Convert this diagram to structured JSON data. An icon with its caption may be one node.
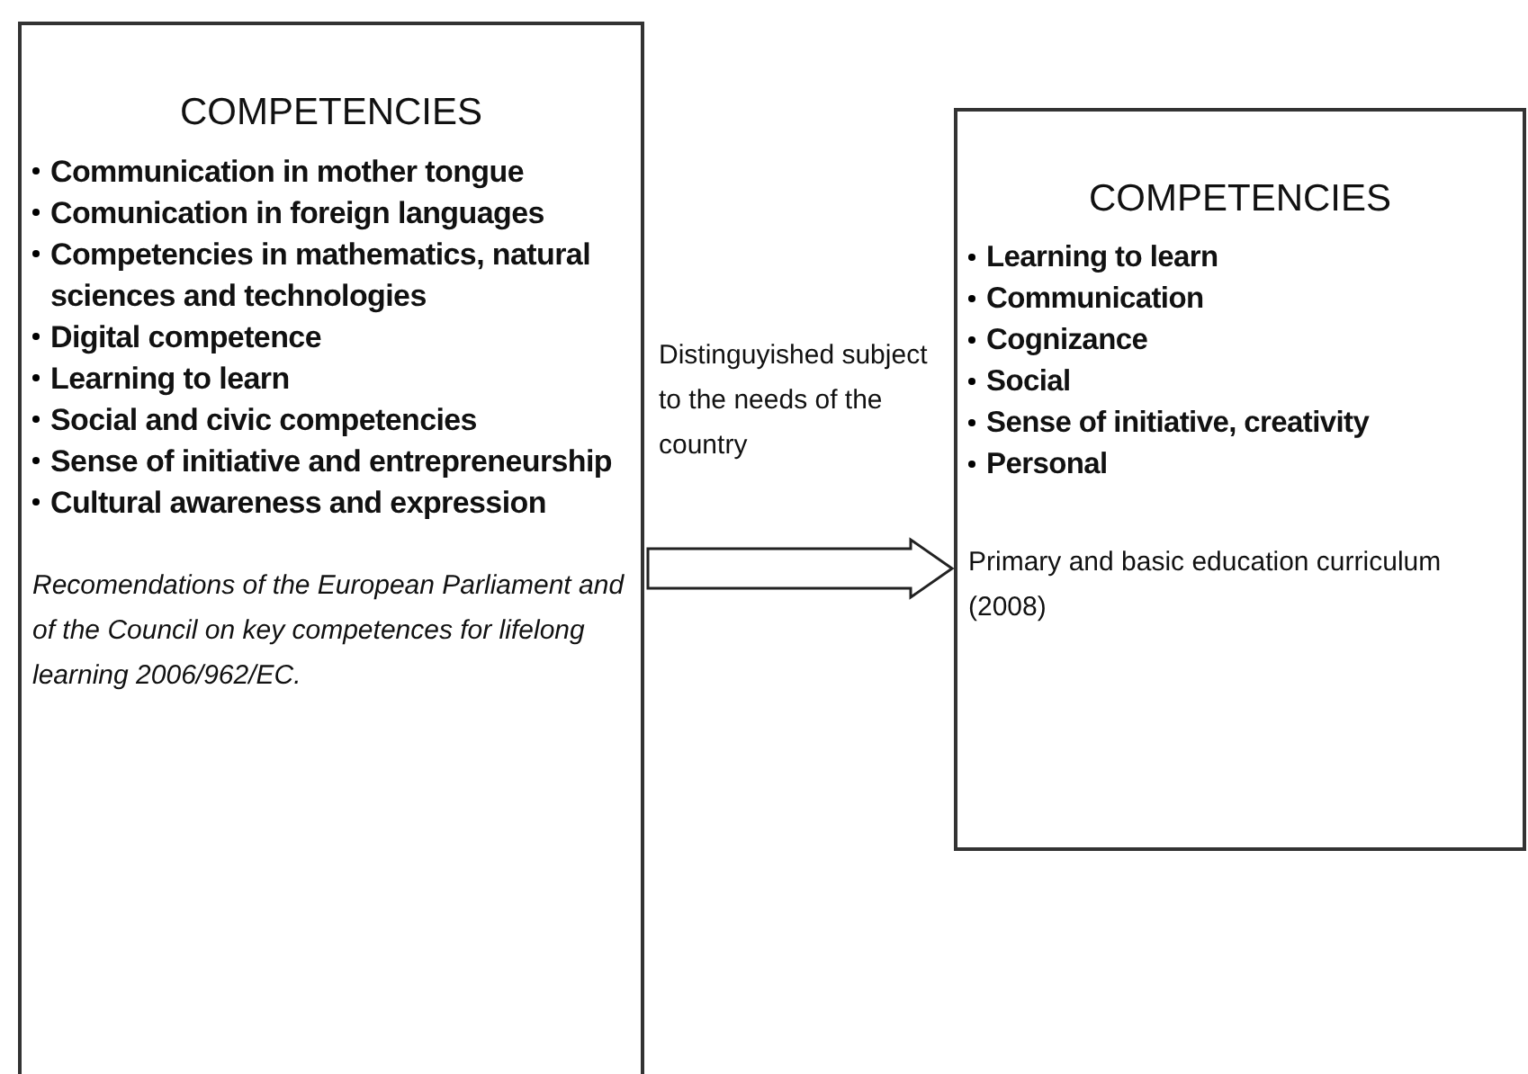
{
  "diagram": {
    "nodes": [
      {
        "text": [
          "COMPETENCIES",
          "Communication in mother tongue",
          "Comunication in foreign languages",
          "Competencies in mathematics, natural sciences and technologies",
          "Digital competence",
          "Learning to learn",
          "Social and civic competencies",
          "Sense of initiative and entrepreneurship",
          "Cultural awareness and expression",
          "Recomendations of the European Parliament and of the Council on key competences for lifelong learning 2006/962/EC."
        ]
      },
      {
        "text": [
          "COMPETENCIES",
          "Learning to learn",
          "Communication",
          "Cognizance",
          "Social",
          "Sense of initiative, creativity",
          "Personal",
          "Primary and basic education curriculum (2008)"
        ]
      }
    ],
    "edges": [
      {
        "from": 0,
        "to": 1,
        "arrow": "to",
        "label": "Distinguyished subject to the needs of the country"
      }
    ]
  }
}
